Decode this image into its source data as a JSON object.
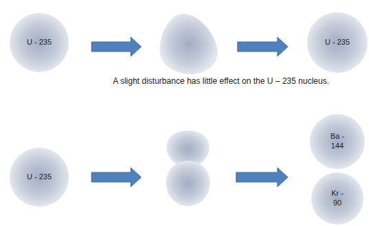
{
  "diagram": {
    "nodes": [
      {
        "text": [
          "U - 235"
        ]
      },
      {
        "text": [
          "U - 235"
        ]
      },
      {
        "text": [
          "U - 235"
        ]
      },
      {
        "text": [
          "Ba - 144"
        ]
      },
      {
        "text": [
          "Kr - 90"
        ]
      }
    ],
    "labels": [
      "A slight disturbance has little effect on the U – 235 nucleus."
    ]
  }
}
